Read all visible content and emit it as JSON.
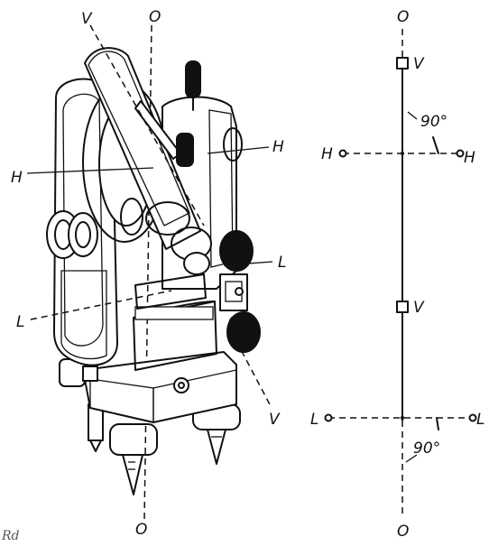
{
  "theodolite_labels": {
    "top_axis": "O",
    "bottom_axis": "O",
    "vertical_top": "V",
    "vertical_bottom": "V",
    "horizontal_left": "H",
    "horizontal_right": "H",
    "level_left": "L",
    "level_right": "L"
  },
  "schematic_labels": {
    "top_axis": "O",
    "bottom_axis": "O",
    "vertical_top": "V",
    "vertical_mid": "V",
    "horizontal_left": "H",
    "horizontal_right": "H",
    "angle_top": "90°",
    "level_left": "L",
    "level_right": "L",
    "angle_bottom": "90°"
  },
  "signature": "Rd"
}
